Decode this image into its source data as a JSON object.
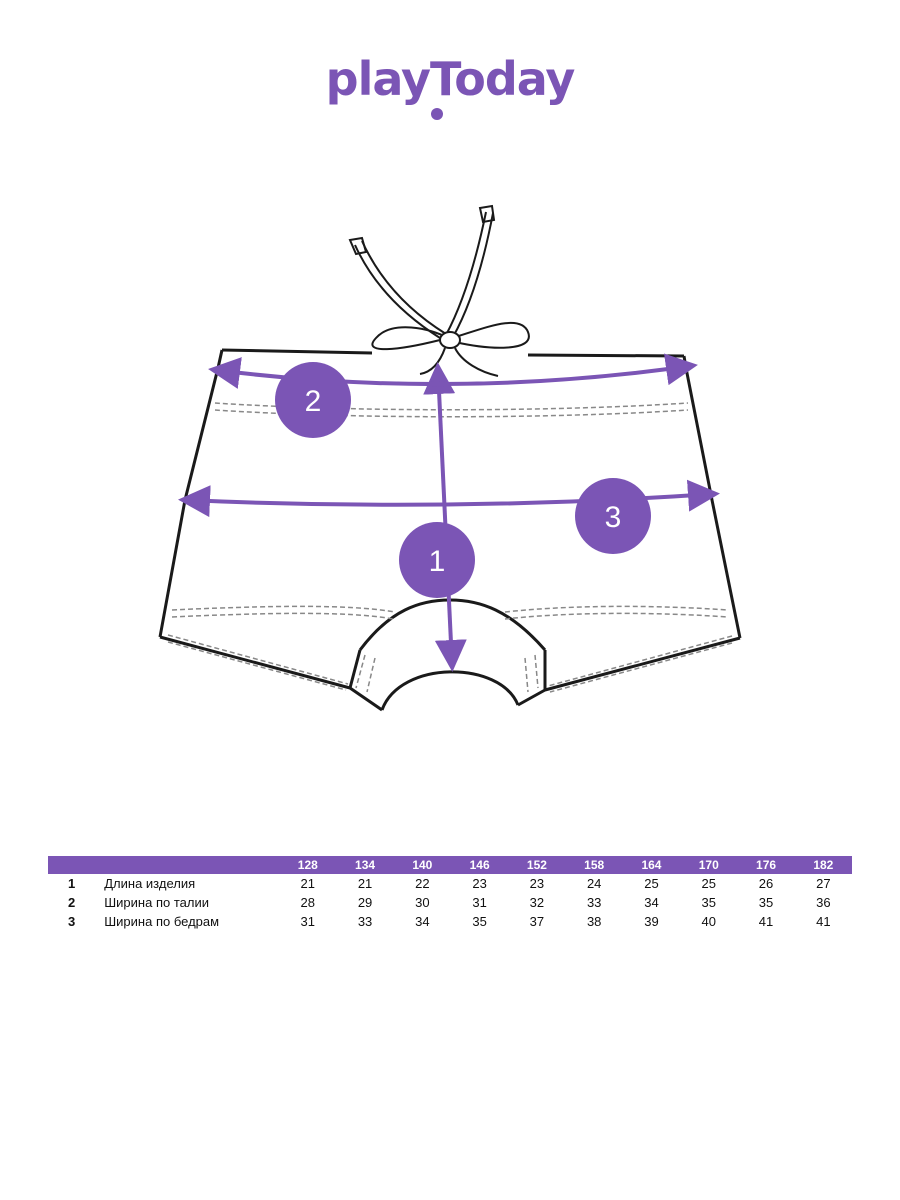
{
  "brand": {
    "logo_text": "playToday"
  },
  "diagram": {
    "callouts": [
      {
        "id": "1",
        "label": "1"
      },
      {
        "id": "2",
        "label": "2"
      },
      {
        "id": "3",
        "label": "3"
      }
    ],
    "accent_color": "#7b55b5",
    "line_color": "#1a1a1a"
  },
  "table": {
    "header_color": "#7b55b5",
    "sizes": [
      "128",
      "134",
      "140",
      "146",
      "152",
      "158",
      "164",
      "170",
      "176",
      "182"
    ],
    "rows": [
      {
        "num": "1",
        "name": "Длина изделия",
        "values": [
          "21",
          "21",
          "22",
          "23",
          "23",
          "24",
          "25",
          "25",
          "26",
          "27"
        ]
      },
      {
        "num": "2",
        "name": "Ширина по талии",
        "values": [
          "28",
          "29",
          "30",
          "31",
          "32",
          "33",
          "34",
          "35",
          "35",
          "36"
        ]
      },
      {
        "num": "3",
        "name": "Ширина по бедрам",
        "values": [
          "31",
          "33",
          "34",
          "35",
          "37",
          "38",
          "39",
          "40",
          "41",
          "41"
        ]
      }
    ]
  }
}
